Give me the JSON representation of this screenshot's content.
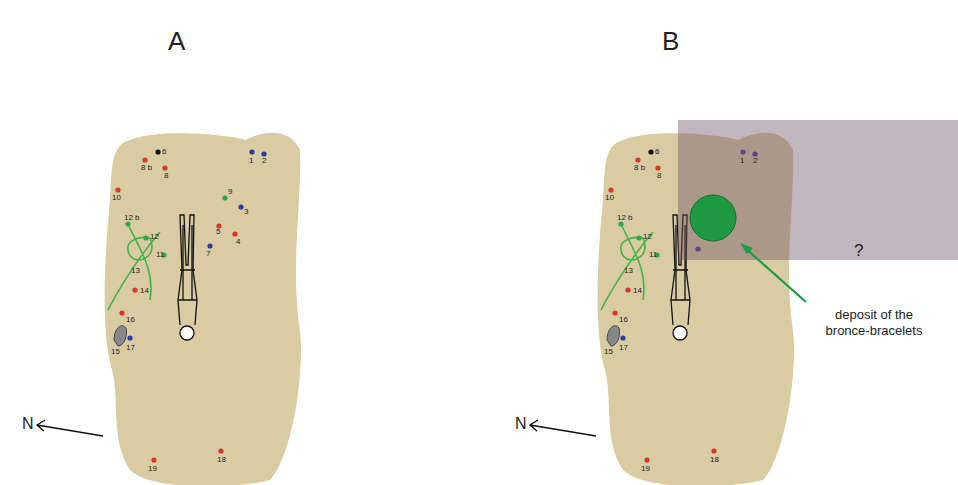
{
  "diagram": {
    "nodes": [
      {
        "text": [
          "?"
        ]
      }
    ],
    "labels": [
      "A",
      "B",
      "6",
      "8 b",
      "8",
      "1",
      "2",
      "10",
      "9",
      "3",
      "12 b",
      "12",
      "5",
      "4",
      "7",
      "11",
      "13",
      "14",
      "16",
      "15",
      "17",
      "19",
      "18",
      "N",
      "6",
      "8 b",
      "8",
      "1",
      "2",
      "10",
      "12 b",
      "12",
      "11",
      "13",
      "14",
      "16",
      "15",
      "17",
      "19",
      "18",
      "N",
      "deposit of the bronce-bracelets"
    ]
  }
}
